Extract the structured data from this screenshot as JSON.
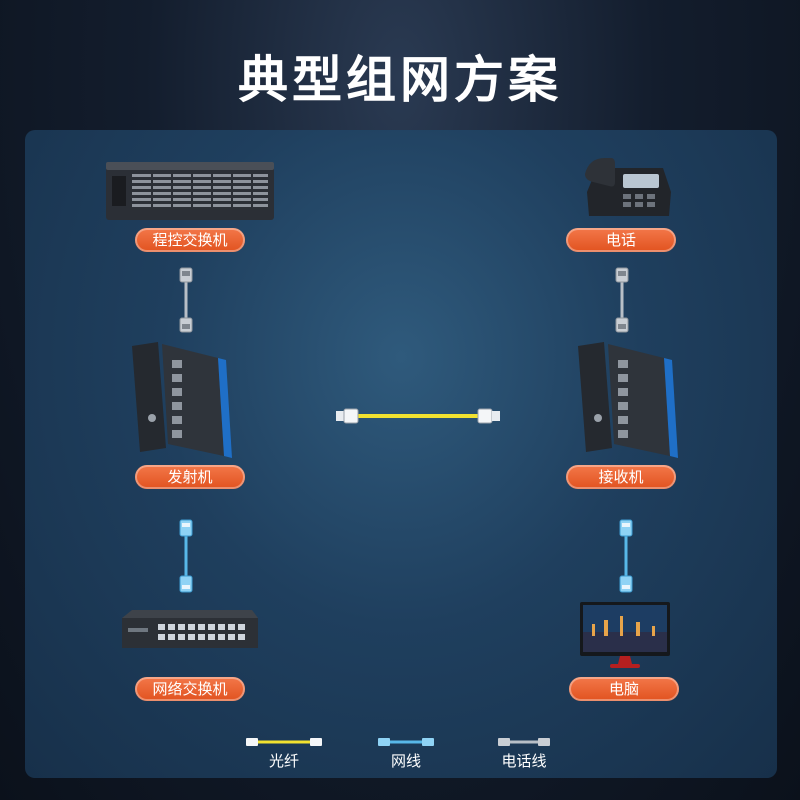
{
  "title": "典型组网方案",
  "nodes": {
    "pbx": "程控交换机",
    "phone": "电话",
    "transmitter": "发射机",
    "receiver": "接收机",
    "switch": "网络交换机",
    "computer": "电脑"
  },
  "legend": {
    "fiber": "光纤",
    "network": "网线",
    "phone_line": "电话线"
  },
  "colors": {
    "label_bg": "#e8602c",
    "fiber": "#f2e230",
    "network_cable": "#58b8e8",
    "phone_cable": "#9aa3ad"
  }
}
